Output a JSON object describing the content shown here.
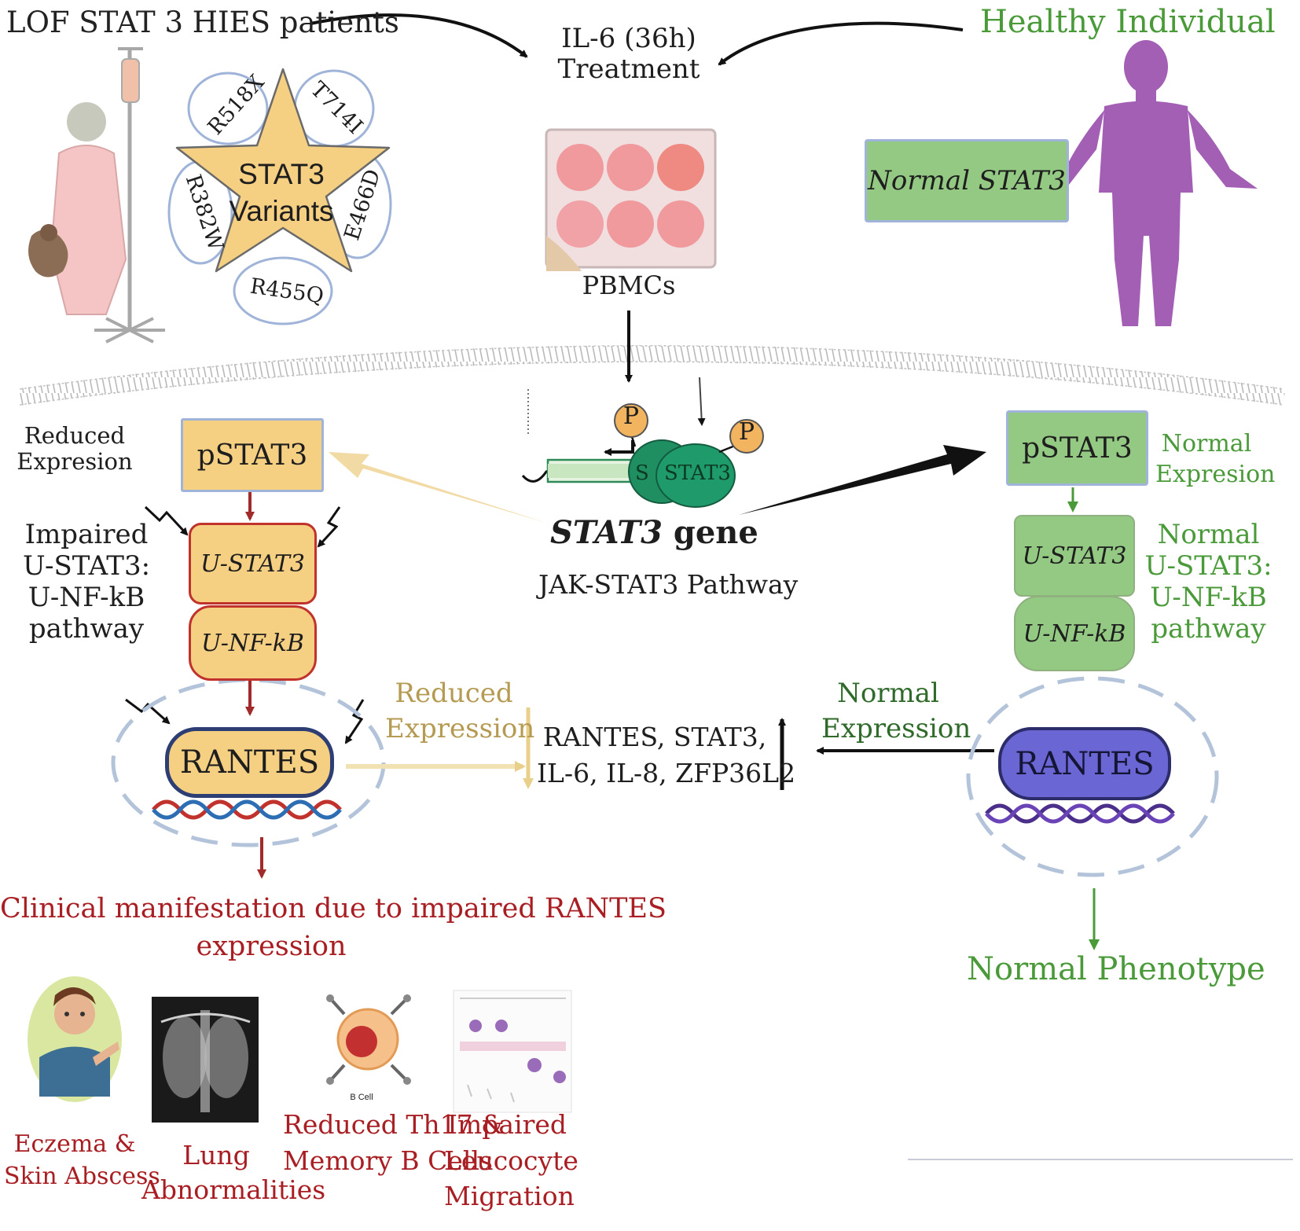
{
  "top": {
    "patients_label": "LOF STAT 3 HIES patients",
    "treatment_line1": "IL-6 (36h)",
    "treatment_line2": "Treatment",
    "healthy_label": "Healthy Individual",
    "pbmcs_label": "PBMCs",
    "normal_stat3_label": "Normal STAT3"
  },
  "variants": {
    "center_line1": "STAT3",
    "center_line2": "Variants",
    "items": [
      "R518X",
      "T714I",
      "E466D",
      "R455Q",
      "R382W"
    ]
  },
  "gene": {
    "p_label": "P",
    "stat3_label": "STAT3",
    "s_label": "S",
    "gene_name": "STAT3",
    "gene_suffix": " gene",
    "pathway": "JAK-STAT3 Pathway"
  },
  "left": {
    "reduced_expr_line1": "Reduced",
    "reduced_expr_line2": "Expresion",
    "impaired_lines": [
      "Impaired",
      "U-STAT3:",
      "U-NF-kB",
      "pathway"
    ],
    "pstat3": "pSTAT3",
    "ustat3": "U-STAT3",
    "unfkb": "U-NF-kB",
    "rantes": "RANTES",
    "clinical_line1": "Clinical manifestation due to  impaired RANTES",
    "clinical_line2": "expression"
  },
  "middle": {
    "reduced_line1": "Reduced",
    "reduced_line2": "Expression",
    "genes_line1": "RANTES, STAT3,",
    "genes_line2": "IL-6, IL-8, ZFP36L2",
    "normal_line1": "Normal",
    "normal_line2": "Expression"
  },
  "right": {
    "pstat3": "pSTAT3",
    "normal_expr_line1": "Normal",
    "normal_expr_line2": "Expresion",
    "normal_pathway_lines": [
      "Normal",
      "U-STAT3:",
      "U-NF-kB",
      "pathway"
    ],
    "ustat3": "U-STAT3",
    "unfkb": "U-NF-kB",
    "rantes": "RANTES",
    "phenotype": "Normal Phenotype"
  },
  "manifestations": {
    "eczema_lines": [
      "Eczema &",
      "Skin Abscess"
    ],
    "lung_lines": [
      "Lung",
      "Abnormalities"
    ],
    "bcell_caption": "B Cell",
    "th17_lines": [
      "Reduced Th17 &",
      "Memory B Cells"
    ],
    "leucocyte_lines": [
      "Impaired",
      "Leucocyte",
      "Migration"
    ]
  },
  "colors": {
    "orange_fill": "#f5cf82",
    "green_fill": "#93c983",
    "purple_fill": "#6a66d4",
    "red_text": "#a81e23",
    "green_text": "#4a9a3a",
    "body_purple": "#a25fb4"
  }
}
